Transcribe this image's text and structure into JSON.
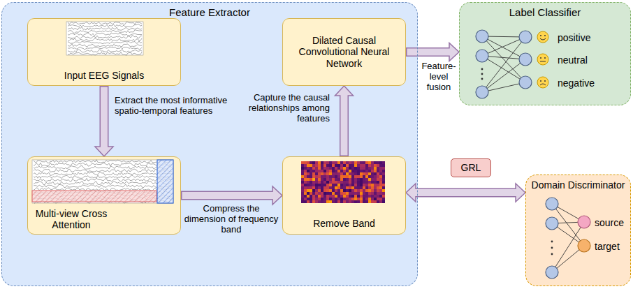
{
  "diagram": {
    "nodes": [
      {
        "text": [
          "Feature Extractor"
        ]
      },
      {
        "text": [
          "Input EEG Signals"
        ],
        "in": 0
      },
      {
        "text": [
          "Dilated Causal Convolutional Neural Network"
        ],
        "in": 0
      },
      {
        "text": [
          "Multi-view Cross Attention"
        ],
        "in": 0
      },
      {
        "text": [
          "Remove Band"
        ],
        "in": 0
      },
      {
        "text": [
          "Label Classifier",
          "positive",
          "neutral",
          "negative"
        ]
      },
      {
        "text": [
          "GRL"
        ]
      },
      {
        "text": [
          "Domain Discriminator",
          "source",
          "target"
        ]
      }
    ],
    "edges": [
      {
        "from": 1,
        "to": 3,
        "arrow": "to",
        "label": "Extract the most informative spatio-temporal features"
      },
      {
        "from": 3,
        "to": 4,
        "arrow": "to",
        "label": "Compress the dimension of frequency band"
      },
      {
        "from": 4,
        "to": 2,
        "arrow": "to",
        "label": "Capture the causal relationships among features"
      },
      {
        "from": 2,
        "to": 5,
        "arrow": "to",
        "label": "Feature-level fusion"
      },
      {
        "from": 4,
        "to": 7,
        "arrow": "both"
      }
    ]
  }
}
